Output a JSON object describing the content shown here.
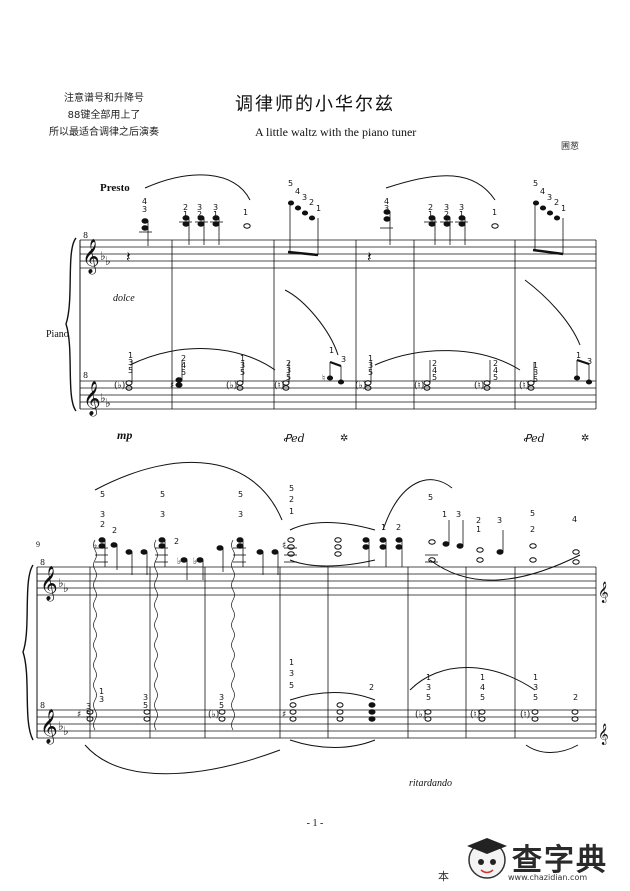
{
  "note_lines": [
    "注意谱号和升降号",
    "88键全部用上了",
    "所以最适合调律之后演奏"
  ],
  "title": "调律师的小华尔兹",
  "subtitle": "A little waltz with the piano tuner",
  "composer": "圃葱",
  "tempo": "Presto",
  "instrument": "Piano",
  "dynamics": {
    "dolce": "dolce",
    "mp": "mp"
  },
  "pedal": {
    "ped": "Ꝓed",
    "release": "✲"
  },
  "measure_number": "9",
  "ritardando": "ritardando",
  "page_number": "- 1 -",
  "watermark": {
    "site_name": "查字典",
    "url": "www.chazidian.com",
    "side_char": "本"
  }
}
